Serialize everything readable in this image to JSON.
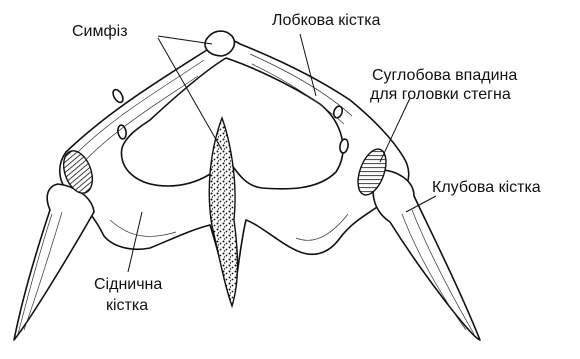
{
  "labels": {
    "symphysis": "Симфіз",
    "pubic_bone": "Лобкова кістка",
    "acetabulum_line1": "Суглобова впадина",
    "acetabulum_line2": "для головки стегна",
    "ilium": "Клубова кістка",
    "ischium_line1": "Сіднична",
    "ischium_line2": "кістка"
  },
  "colors": {
    "ink": "#111111",
    "paper": "#ffffff"
  }
}
